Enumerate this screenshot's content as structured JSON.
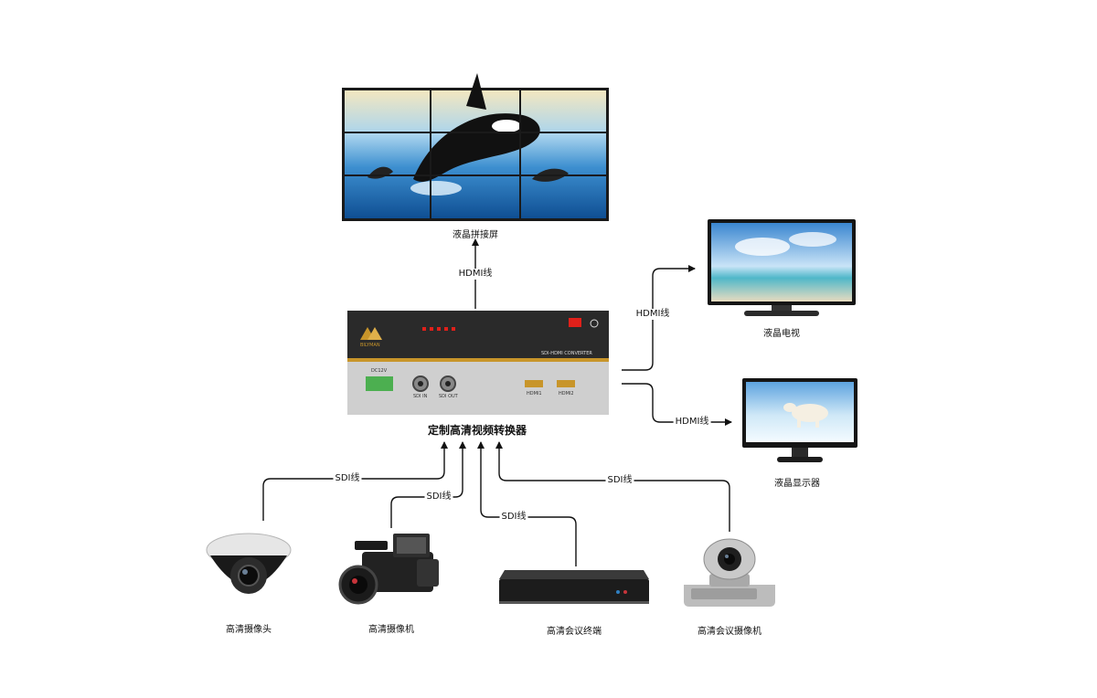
{
  "colors": {
    "line": "#111111",
    "device_dark": "#2a2a2a",
    "panel_light": "#cfcfcf",
    "accent_red": "#e0201a",
    "accent_gold": "#c8952a",
    "screen_sea": "#2f7fc1"
  },
  "outputs": {
    "video_wall": {
      "label": "液晶拼接屏",
      "icon": "video-wall-icon"
    },
    "tv": {
      "label": "液晶电视",
      "icon": "tv-icon"
    },
    "monitor": {
      "label": "液晶显示器",
      "icon": "monitor-icon"
    }
  },
  "converter": {
    "label": "定制高清视频转换器",
    "model_text": "SDI-HDMI CONVERTER",
    "brand_text": "BILYMAN",
    "port_labels": [
      "SDI IN",
      "SDI OUT",
      "HDMI1",
      "HDMI2"
    ],
    "power_label": "DC12V",
    "icon": "converter-device-icon"
  },
  "connections": {
    "to_wall": "HDMI线",
    "to_tv": "HDMI线",
    "to_monitor": "HDMI线",
    "from_dome": "SDI线",
    "from_camcorder": "SDI线",
    "from_terminal": "SDI线",
    "from_conf_camera": "SDI线"
  },
  "inputs": {
    "dome_camera": {
      "label": "高清摄像头",
      "icon": "dome-camera-icon"
    },
    "camcorder": {
      "label": "高清摄像机",
      "icon": "camcorder-icon"
    },
    "terminal": {
      "label": "高清会议终端",
      "icon": "conference-terminal-icon"
    },
    "conf_camera": {
      "label": "高清会议摄像机",
      "icon": "ptz-camera-icon"
    }
  }
}
